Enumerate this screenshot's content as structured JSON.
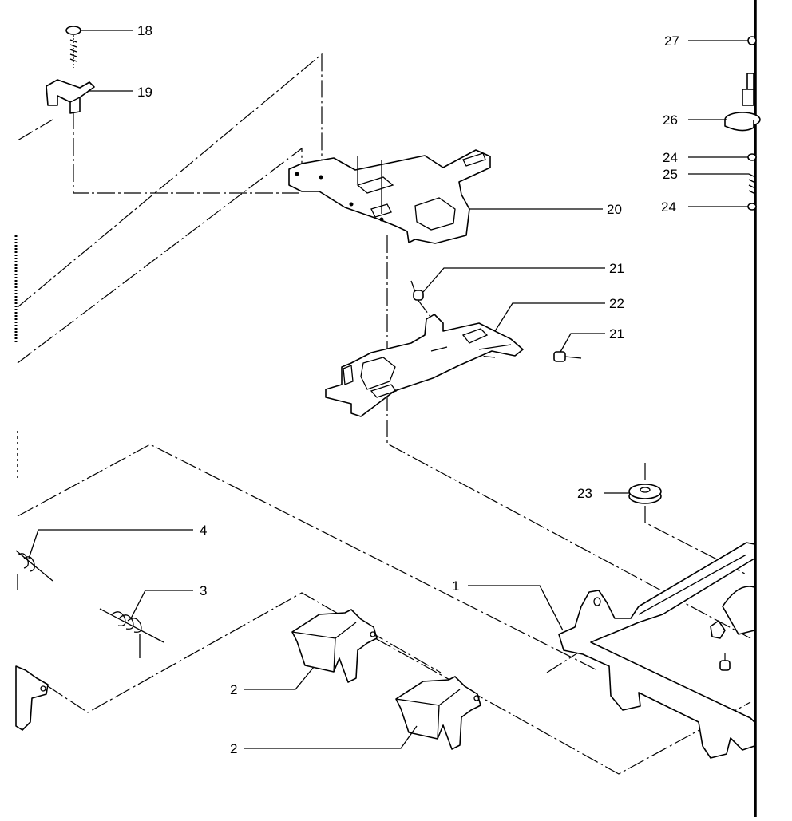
{
  "callouts": [
    {
      "id": "c18",
      "label": "18"
    },
    {
      "id": "c19",
      "label": "19"
    },
    {
      "id": "c20",
      "label": "20"
    },
    {
      "id": "c21a",
      "label": "21"
    },
    {
      "id": "c22",
      "label": "22"
    },
    {
      "id": "c21b",
      "label": "21"
    },
    {
      "id": "c27",
      "label": "27"
    },
    {
      "id": "c26",
      "label": "26"
    },
    {
      "id": "c24a",
      "label": "24"
    },
    {
      "id": "c25",
      "label": "25"
    },
    {
      "id": "c24b",
      "label": "24"
    },
    {
      "id": "c23",
      "label": "23"
    },
    {
      "id": "c4",
      "label": "4"
    },
    {
      "id": "c3",
      "label": "3"
    },
    {
      "id": "c1",
      "label": "1"
    },
    {
      "id": "c2a",
      "label": "2"
    },
    {
      "id": "c2b",
      "label": "2"
    }
  ],
  "parts": {
    "screw": "screw-18",
    "bracket": "bracket-19",
    "plate": "plate-20",
    "collar": "collar-21",
    "lever_plate": "lever-plate-22",
    "washer": "washer-23",
    "ring": "ring-24",
    "spring_small": "spring-25",
    "pulley": "pulley-26",
    "e_ring": "e-ring-27",
    "spring_4": "spring-4",
    "spring_3": "spring-3",
    "lever": "lever-1",
    "button": "button-2"
  }
}
